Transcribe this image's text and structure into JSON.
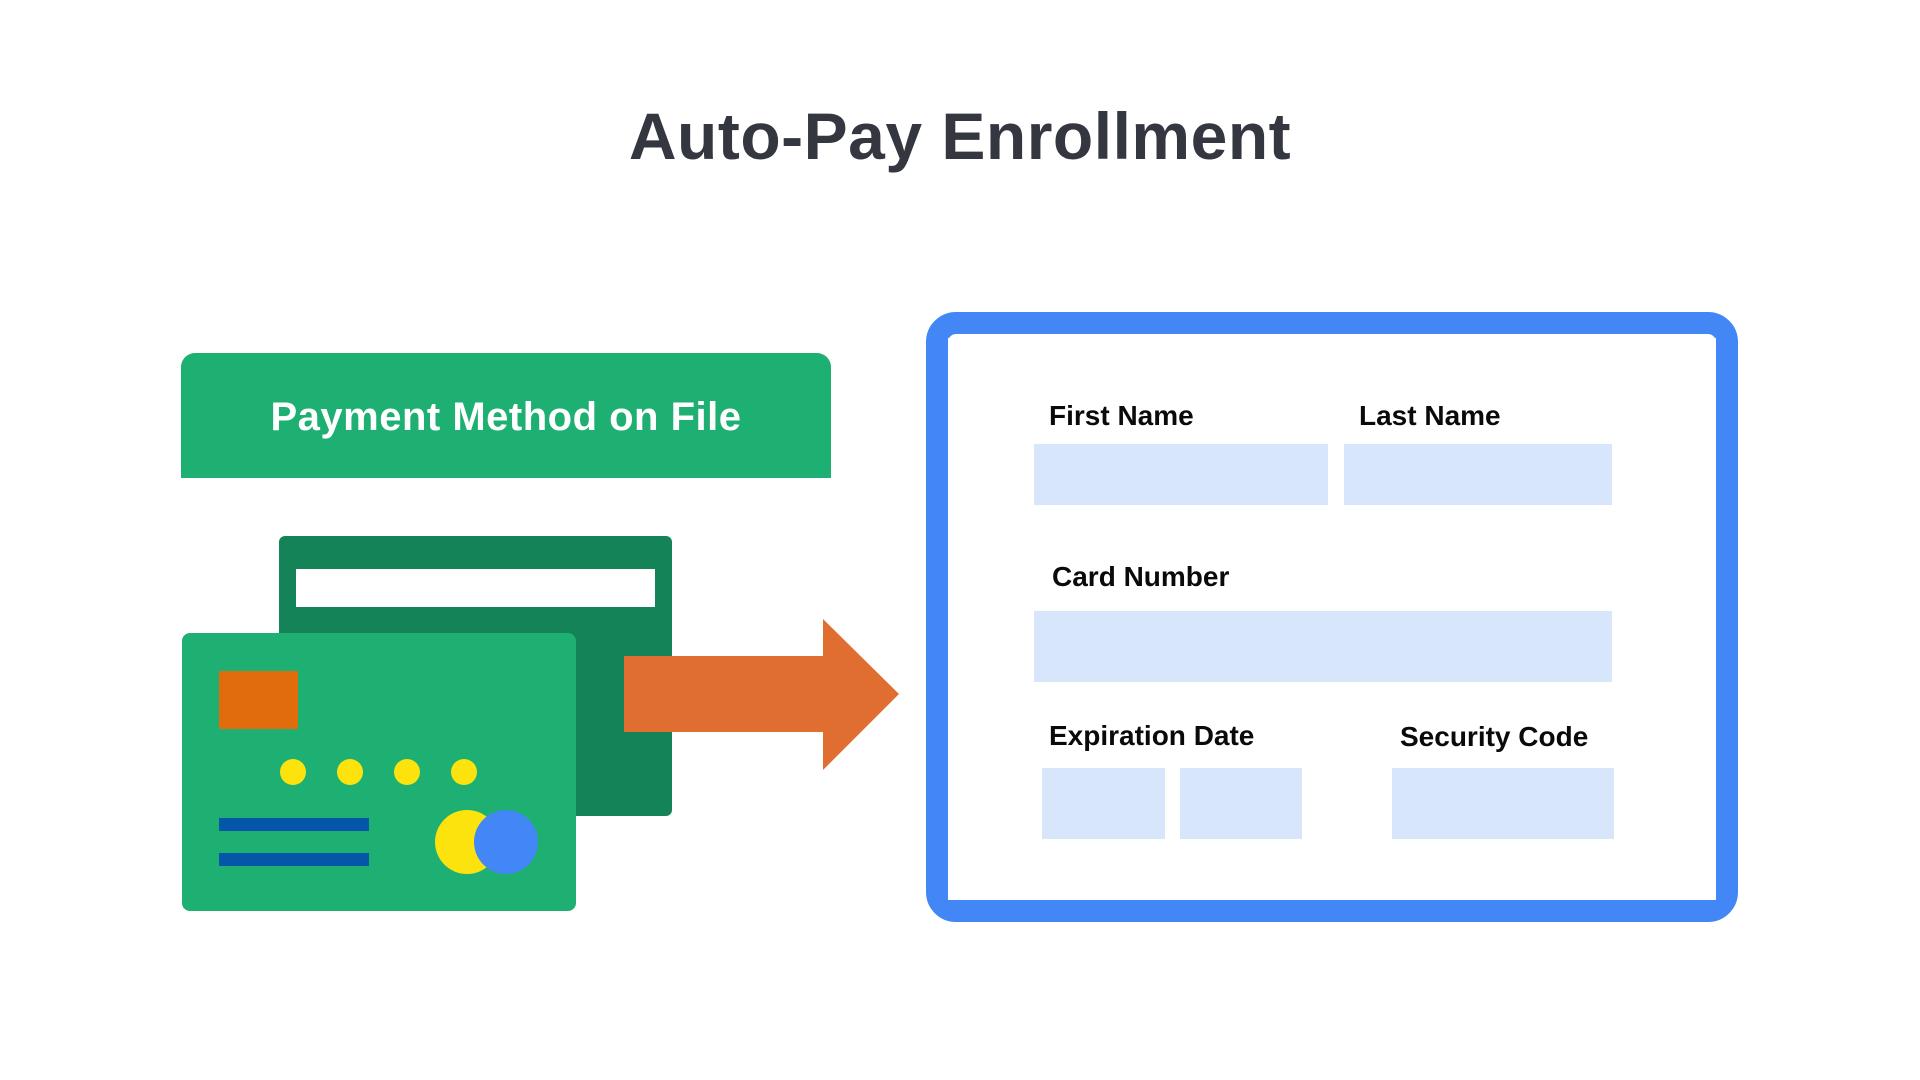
{
  "title": "Auto-Pay Enrollment",
  "left_panel": {
    "banner_label": "Payment Method on File",
    "icons": {
      "back_card": "credit-card-back",
      "front_card": "credit-card-front",
      "arrow": "arrow-right"
    }
  },
  "form": {
    "fields": {
      "first_name": {
        "label": "First Name",
        "value": ""
      },
      "last_name": {
        "label": "Last Name",
        "value": ""
      },
      "card_number": {
        "label": "Card Number",
        "value": ""
      },
      "expiration_date": {
        "label": "Expiration Date",
        "month_value": "",
        "year_value": ""
      },
      "security_code": {
        "label": "Security Code",
        "value": ""
      }
    }
  },
  "colors": {
    "title_text": "#343740",
    "banner_green": "#1db072",
    "back_card_green": "#148458",
    "chip_orange": "#e06c0b",
    "arrow_orange": "#e06e30",
    "dots_yellow": "#fce30d",
    "lines_blue": "#0457a8",
    "logo_blue": "#4287f5",
    "form_border": "#4287f5",
    "field_fill": "#d8e6fb"
  }
}
